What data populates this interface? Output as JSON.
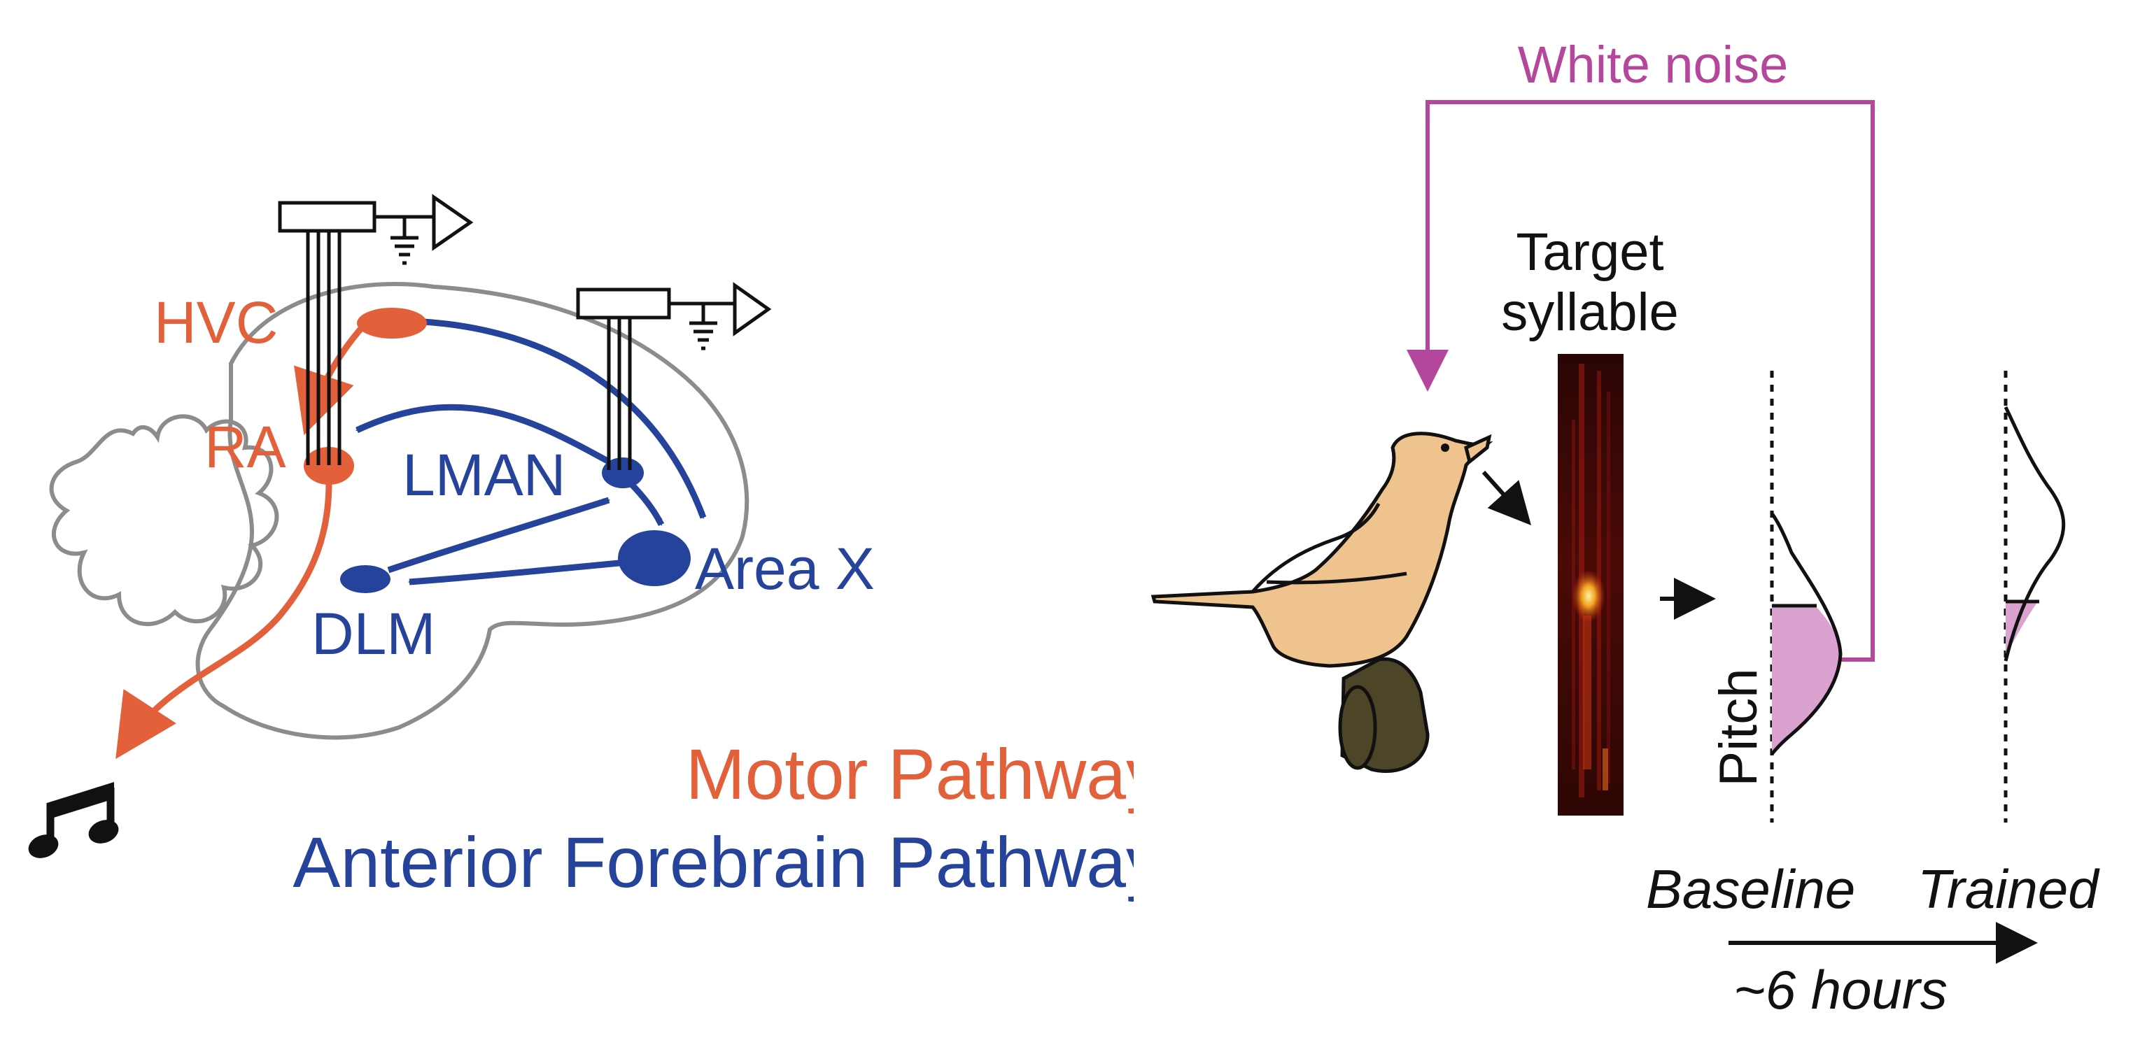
{
  "colors": {
    "motor": "#e2603a",
    "anterior": "#25439a",
    "feedback": "#b4479b",
    "bird": "#eec38d",
    "perch": "#4d4527",
    "distribution_fill": "#d9a2cf",
    "outline": "#8c8c8c"
  },
  "icons": {
    "music": "music-note-icon",
    "electrode": "recording-electrode-icon",
    "amplifier": "amplifier-icon",
    "ground": "ground-icon"
  },
  "brain": {
    "nuclei": {
      "hvc": "HVC",
      "ra": "RA",
      "lman": "LMAN",
      "area_x": "Area X",
      "dlm": "DLM"
    },
    "legend": {
      "motor": "Motor Pathway",
      "anterior": "Anterior Forebrain Pathway"
    }
  },
  "experiment": {
    "white_noise": "White noise",
    "target_line1": "Target",
    "target_line2": "syllable",
    "pitch_axis": "Pitch",
    "baseline": "Baseline",
    "trained": "Trained",
    "duration": "~6 hours"
  }
}
